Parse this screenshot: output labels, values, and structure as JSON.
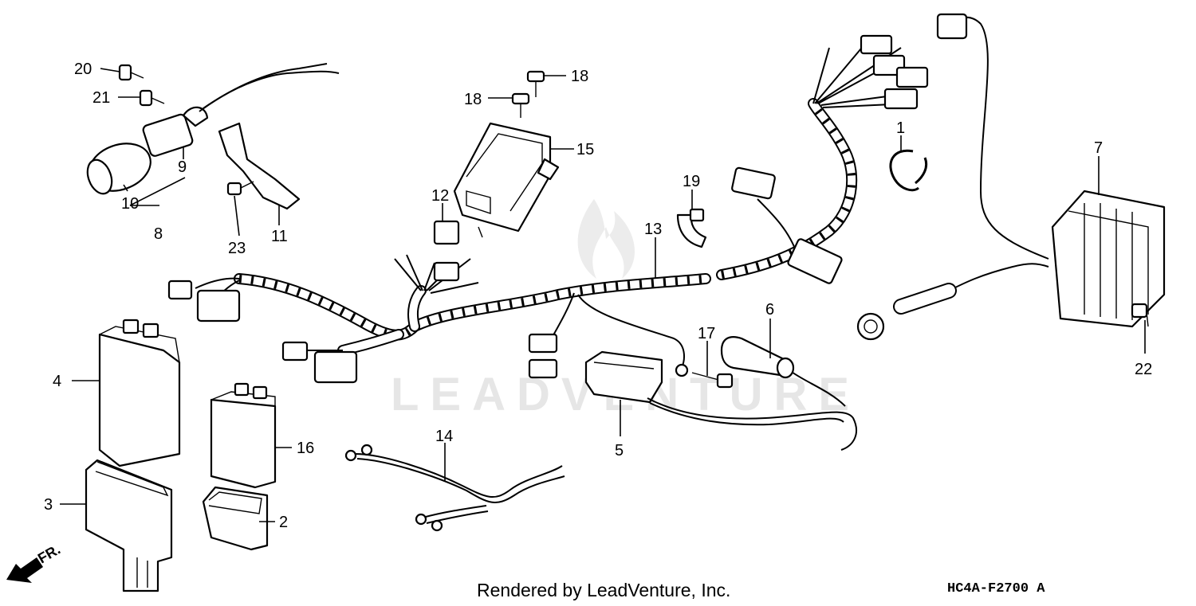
{
  "watermark": "LEADVENTURE",
  "credit": "Rendered by LeadVenture, Inc.",
  "diagram_code": "HC4A-F2700 A",
  "front_marker": "FR.",
  "callouts": {
    "c1": "1",
    "c2": "2",
    "c3": "3",
    "c4": "4",
    "c5": "5",
    "c6": "6",
    "c7": "7",
    "c8": "8",
    "c9": "9",
    "c10": "10",
    "c11": "11",
    "c12": "12",
    "c13": "13",
    "c14": "14",
    "c15": "15",
    "c16": "16",
    "c17": "17",
    "c18a": "18",
    "c18b": "18",
    "c19": "19",
    "c20": "20",
    "c21": "21",
    "c22": "22",
    "c23": "23"
  }
}
